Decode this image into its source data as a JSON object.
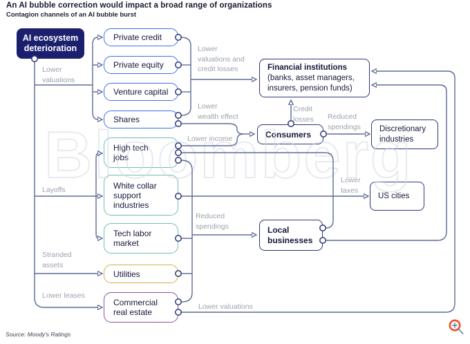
{
  "header": {
    "title": "An AI bubble correction would impact a broad range of organizations",
    "subtitle": "Contagion channels of an AI bubble burst"
  },
  "watermark": "Bloomberg",
  "source": "Source: Moody's Ratings",
  "colors": {
    "navy_fill": "#1b206e",
    "navy_border": "#2b3478",
    "blue": "#3a6ff0",
    "teal": "#6ebcb6",
    "yellow": "#d2b14c",
    "purple": "#8d4f9d",
    "connector_line": "#5d6a96",
    "label_gray": "#9ba1ac",
    "zoom_icon_red": "#e9512d"
  },
  "nodes": {
    "ai_ecosystem": "AI ecosystem\ndeterioration",
    "private_credit": "Private credit",
    "private_equity": "Private equity",
    "venture_capital": "Venture capital",
    "shares": "Shares",
    "high_tech_jobs": "High tech\njobs",
    "white_collar": "White collar\nsupport\nindustries",
    "tech_labor": "Tech labor\nmarket",
    "utilities": "Utilities",
    "commercial_re": "Commercial\nreal estate",
    "financial_institutions_title": "Financial institutions",
    "financial_institutions_sub": "(banks, asset managers,\ninsurers, pension funds)",
    "consumers": "Consumers",
    "discretionary": "Discretionary\nindustries",
    "us_cities": "US cities",
    "local_businesses": "Local\nbusinesses"
  },
  "edge_labels": {
    "lower_valuations": "Lower\nvaluations",
    "layoffs": "Layoffs",
    "stranded_assets": "Stranded\nassets",
    "lower_leases": "Lower leases",
    "lower_valuations_credit_losses": "Lower\nvaluations and\ncredit losses",
    "lower_wealth_effect": "Lower\nwealth effect",
    "lower_income": "Lower income",
    "credit_losses": "Credit\nlosses",
    "reduced_spendings_consumers": "Reduced\nspendings",
    "lower_taxes": "Lower\ntaxes",
    "reduced_spendings_local": "Reduced\nspendings",
    "lower_valuations_re": "Lower valuations"
  }
}
